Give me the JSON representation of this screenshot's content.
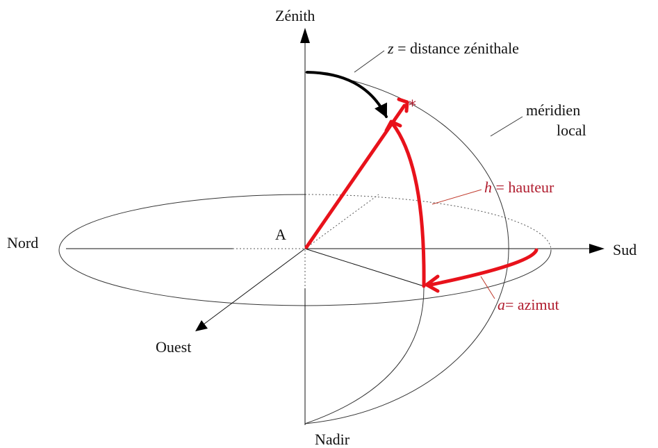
{
  "labels": {
    "zenith": "Zénith",
    "nadir": "Nadir",
    "nord": "Nord",
    "sud": "Sud",
    "ouest": "Ouest",
    "origin": "A",
    "meridien_line1": "méridien",
    "meridien_line2": "local",
    "z_symbol": "z",
    "z_text": " = distance zénithale",
    "h_symbol": "h",
    "h_text": " = hauteur",
    "a_symbol": "a",
    "a_text": "= azimut",
    "star": "*"
  },
  "colors": {
    "red_arrows": "#e8121b",
    "red_text": "#b01c2e",
    "black": "#000000"
  }
}
